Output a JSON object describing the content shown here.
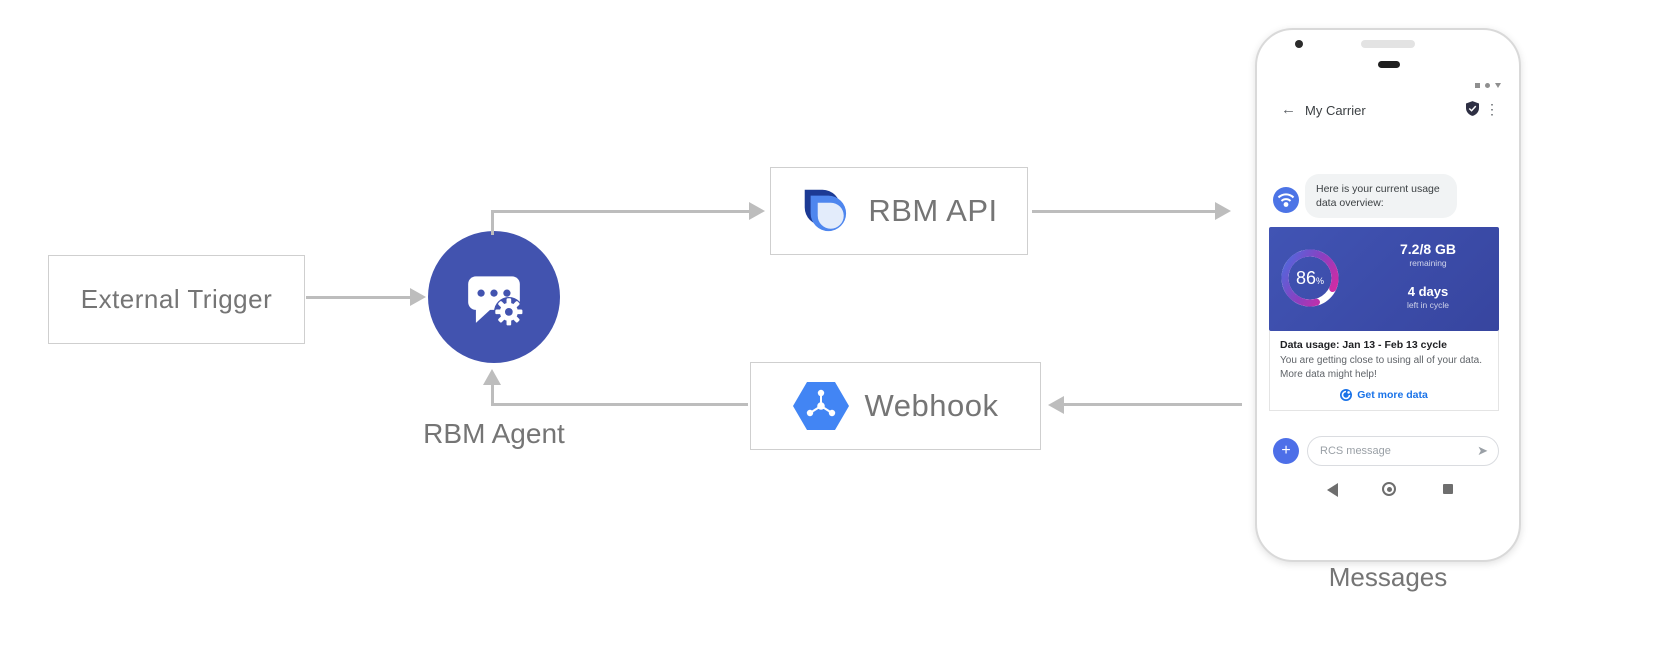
{
  "colors": {
    "accent_indigo": "#4253af",
    "usage_card_blue": "#3b4cae",
    "link_blue": "#1a73e8",
    "arrow_gray": "#bdbdbd",
    "label_gray": "#757575",
    "gauge_pink": "#e5259b",
    "gauge_blue": "#4a6de0"
  },
  "diagram": {
    "external_trigger_label": "External Trigger",
    "rbm_agent_label": "RBM Agent",
    "rbm_api_label": "RBM API",
    "webhook_label": "Webhook",
    "phone_caption": "Messages"
  },
  "phone": {
    "header": {
      "back_icon": "←",
      "title": "My Carrier",
      "menu_icon": "⋮"
    },
    "chat": {
      "agent_message": "Here is your current usage data overview:"
    },
    "usage_card": {
      "percent_value": "86",
      "percent_unit": "%",
      "data_value": "7.2/8 GB",
      "data_label": "remaining",
      "days_value": "4 days",
      "days_label": "left in cycle"
    },
    "info_card": {
      "title": "Data usage: Jan 13 - Feb 13 cycle",
      "body": "You are getting close to using all of your data. More data might help!",
      "cta_label": "Get more data"
    },
    "composer": {
      "plus_icon": "+",
      "placeholder": "RCS message",
      "send_icon": "➤"
    }
  }
}
